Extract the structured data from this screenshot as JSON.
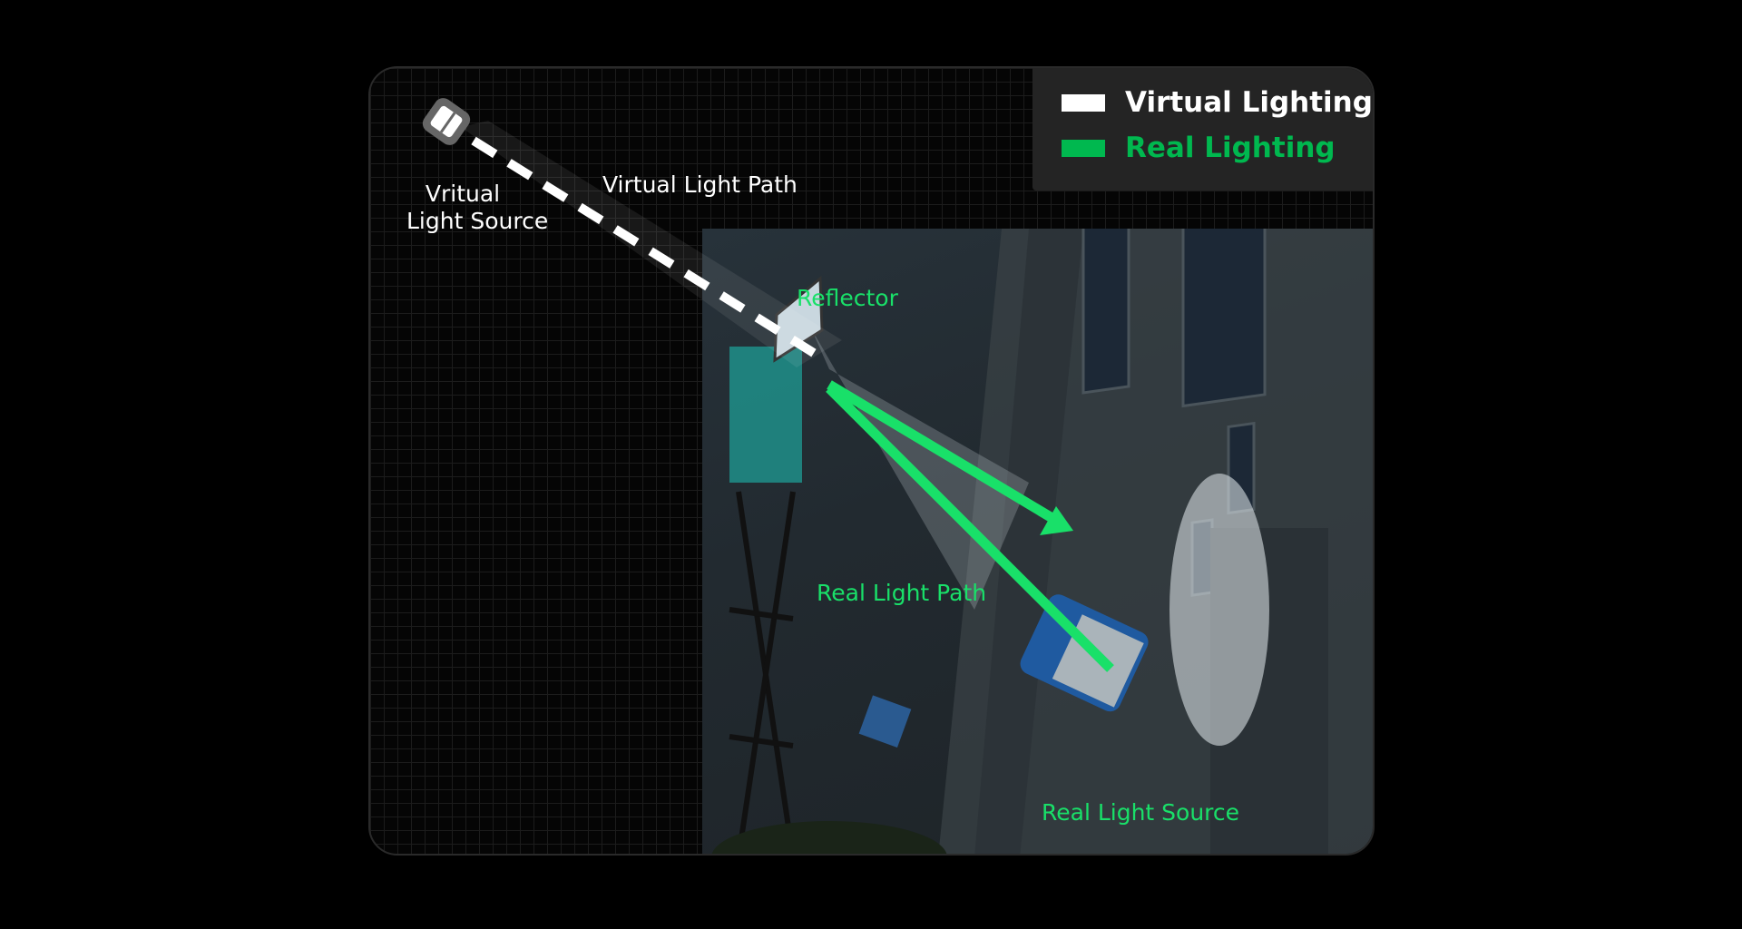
{
  "legend": {
    "virtual": {
      "label": "Virtual Lighting",
      "color": "#ffffff"
    },
    "real": {
      "label": "Real Lighting",
      "color": "#00b84f"
    }
  },
  "labels": {
    "virtual_source_line1": "Vritual",
    "virtual_source_line2": "Light Source",
    "virtual_path": "Virtual Light Path",
    "reflector": "Reflector",
    "real_path": "Real Light Path",
    "real_source": "Real Light Source"
  },
  "colors": {
    "accent_green": "#19e069",
    "legend_bg": "#242424"
  }
}
